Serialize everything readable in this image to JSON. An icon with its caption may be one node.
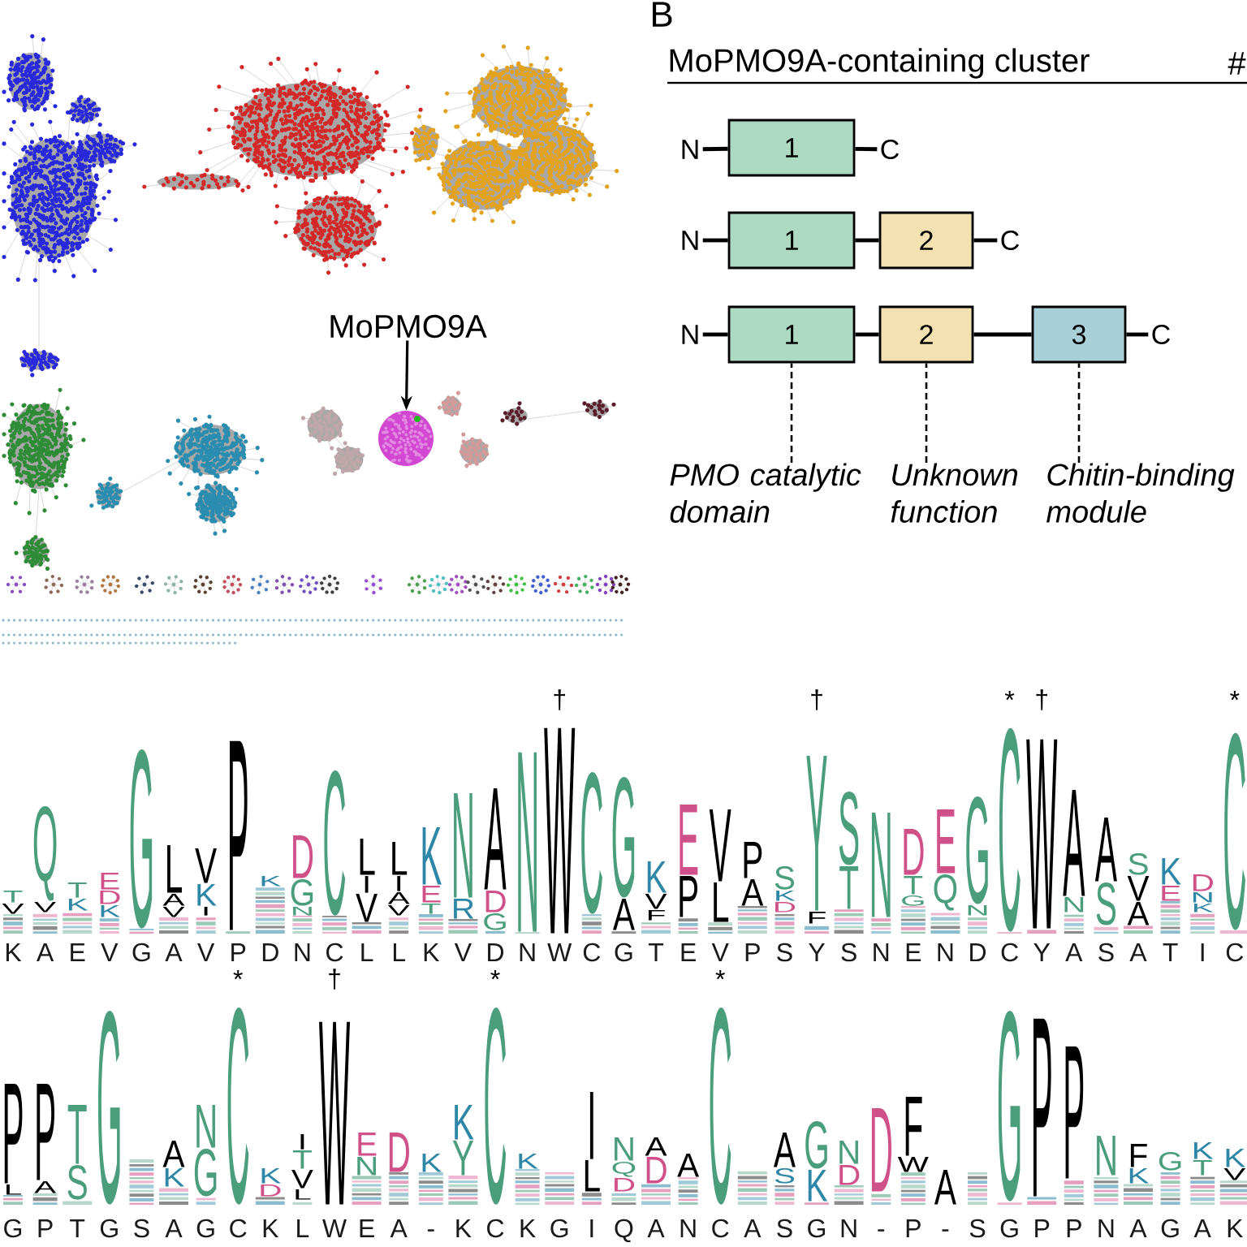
{
  "diagram": {
    "nodes": [
      {
        "text": [
          "MoPMO9A"
        ]
      },
      {
        "text": [],
        "shape": "circle"
      },
      {
        "text": [
          "N"
        ]
      },
      {
        "text": [
          "1"
        ]
      },
      {
        "text": [
          "C"
        ]
      },
      {
        "text": [
          "N"
        ]
      },
      {
        "text": [
          "1"
        ]
      },
      {
        "text": [
          "2"
        ]
      },
      {
        "text": [
          "C"
        ]
      },
      {
        "text": [
          "N"
        ]
      },
      {
        "text": [
          "1"
        ]
      },
      {
        "text": [
          "2"
        ]
      },
      {
        "text": [
          "3"
        ]
      },
      {
        "text": [
          "C"
        ]
      },
      {
        "text": [
          "PMO catalytic domain"
        ]
      },
      {
        "text": [
          "Unknown function"
        ]
      },
      {
        "text": [
          "Chitin-binding module"
        ]
      }
    ],
    "edges": [
      {
        "from": 0,
        "to": 1,
        "arrow": "to"
      },
      {
        "from": 2,
        "to": 3,
        "arrow": "none"
      },
      {
        "from": 3,
        "to": 4,
        "arrow": "none"
      },
      {
        "from": 5,
        "to": 6,
        "arrow": "none"
      },
      {
        "from": 6,
        "to": 7,
        "arrow": "none"
      },
      {
        "from": 7,
        "to": 8,
        "arrow": "none"
      },
      {
        "from": 9,
        "to": 10,
        "arrow": "none"
      },
      {
        "from": 10,
        "to": 11,
        "arrow": "none"
      },
      {
        "from": 11,
        "to": 12,
        "arrow": "none"
      },
      {
        "from": 12,
        "to": 13,
        "arrow": "none"
      },
      {
        "from": 14,
        "to": 10,
        "arrow": "none",
        "style": "dashed"
      },
      {
        "from": 15,
        "to": 11,
        "arrow": "none",
        "style": "dashed"
      },
      {
        "from": 16,
        "to": 12,
        "arrow": "none",
        "style": "dashed"
      }
    ],
    "labels": [
      "B",
      "MoPMO9A-containing cluster",
      "#",
      "†",
      "†",
      "*",
      "†",
      "*",
      "T",
      "V",
      "Q",
      "V",
      "T",
      "K",
      "E",
      "D",
      "K",
      "G",
      "L",
      "A",
      "V",
      "V",
      "K",
      "I",
      "P",
      "K",
      "D",
      "G",
      "N",
      "C",
      "L",
      "I",
      "V",
      "L",
      "I",
      "A",
      "V",
      "K",
      "E",
      "T",
      "N",
      "R",
      "A",
      "D",
      "G",
      "N",
      "W",
      "C",
      "G",
      "A",
      "K",
      "V",
      "F",
      "E",
      "P",
      "V",
      "L",
      "P",
      "A",
      "S",
      "K",
      "D",
      "Y",
      "F",
      "S",
      "T",
      "N",
      "D",
      "T",
      "G",
      "E",
      "Q",
      "G",
      "N",
      "C",
      "W",
      "A",
      "N",
      "A",
      "S",
      "S",
      "V",
      "A",
      "K",
      "E",
      "D",
      "N",
      "K",
      "C",
      "K",
      "A",
      "E",
      "V",
      "G",
      "A",
      "V",
      "P",
      "D",
      "N",
      "C",
      "L",
      "L",
      "K",
      "V",
      "D",
      "N",
      "W",
      "C",
      "G",
      "T",
      "E",
      "V",
      "P",
      "S",
      "Y",
      "S",
      "N",
      "E",
      "N",
      "D",
      "C",
      "Y",
      "A",
      "S",
      "A",
      "T",
      "I",
      "C",
      "*",
      "†",
      "*",
      "*",
      "P",
      "L",
      "P",
      "A",
      "T",
      "S",
      "G",
      "A",
      "K",
      "N",
      "G",
      "C",
      "K",
      "D",
      "I",
      "T",
      "V",
      "L",
      "W",
      "E",
      "N",
      "D",
      "K",
      "K",
      "Y",
      "C",
      "K",
      "I",
      "L",
      "N",
      "Q",
      "D",
      "A",
      "D",
      "A",
      "C",
      "A",
      "S",
      "G",
      "K",
      "N",
      "D",
      "D",
      "F",
      "W",
      "A",
      "G",
      "P",
      "P",
      "N",
      "F",
      "K",
      "G",
      "K",
      "T",
      "K",
      "V",
      "G",
      "P",
      "T",
      "G",
      "S",
      "A",
      "G",
      "C",
      "K",
      "L",
      "W",
      "E",
      "A",
      "-",
      "K",
      "C",
      "K",
      "G",
      "I",
      "Q",
      "A",
      "N",
      "C",
      "A",
      "S",
      "G",
      "N",
      "-",
      "P",
      "-",
      "S",
      "G",
      "P",
      "P",
      "N",
      "A",
      "G",
      "A",
      "K"
    ]
  }
}
